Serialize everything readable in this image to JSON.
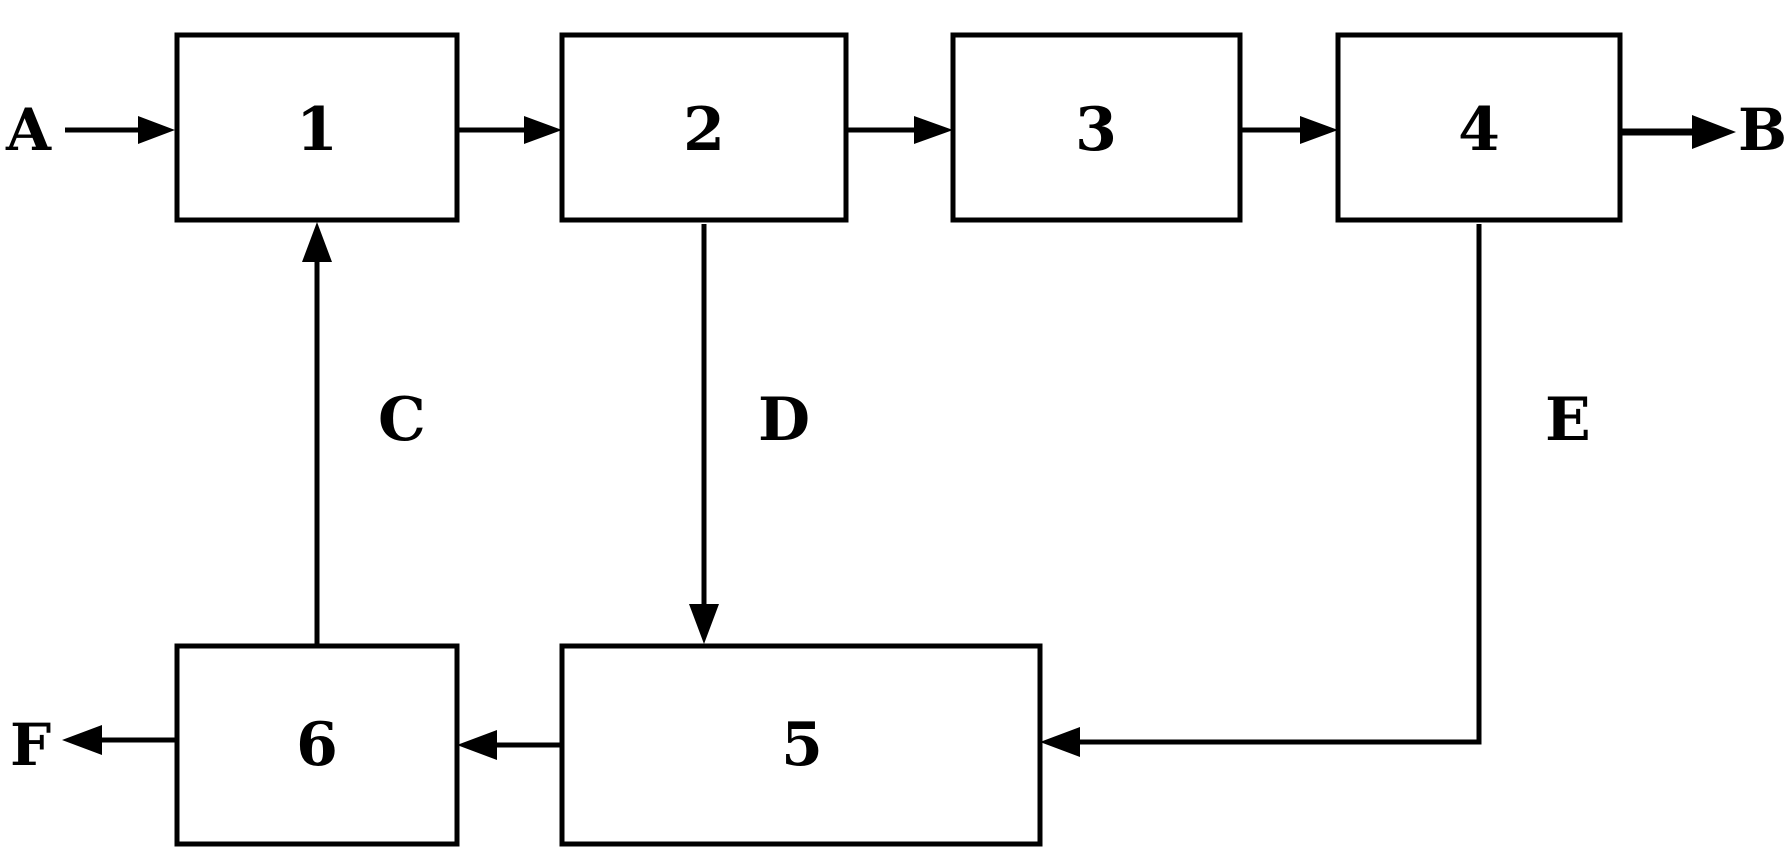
{
  "diagram": {
    "nodes": [
      {
        "id": "1",
        "label": "1"
      },
      {
        "id": "2",
        "label": "2"
      },
      {
        "id": "3",
        "label": "3"
      },
      {
        "id": "4",
        "label": "4"
      },
      {
        "id": "5",
        "label": "5"
      },
      {
        "id": "6",
        "label": "6"
      }
    ],
    "terminals": {
      "A": "A",
      "B": "B",
      "F": "F"
    },
    "flow_labels": {
      "C": "C",
      "D": "D",
      "E": "E"
    },
    "edges": [
      {
        "from": "A",
        "to": "1"
      },
      {
        "from": "1",
        "to": "2"
      },
      {
        "from": "2",
        "to": "3"
      },
      {
        "from": "3",
        "to": "4"
      },
      {
        "from": "4",
        "to": "B"
      },
      {
        "from": "2",
        "to": "5",
        "label": "D"
      },
      {
        "from": "4",
        "to": "5",
        "label": "E"
      },
      {
        "from": "5",
        "to": "6"
      },
      {
        "from": "6",
        "to": "F"
      },
      {
        "from": "6",
        "to": "1",
        "label": "C"
      }
    ]
  }
}
